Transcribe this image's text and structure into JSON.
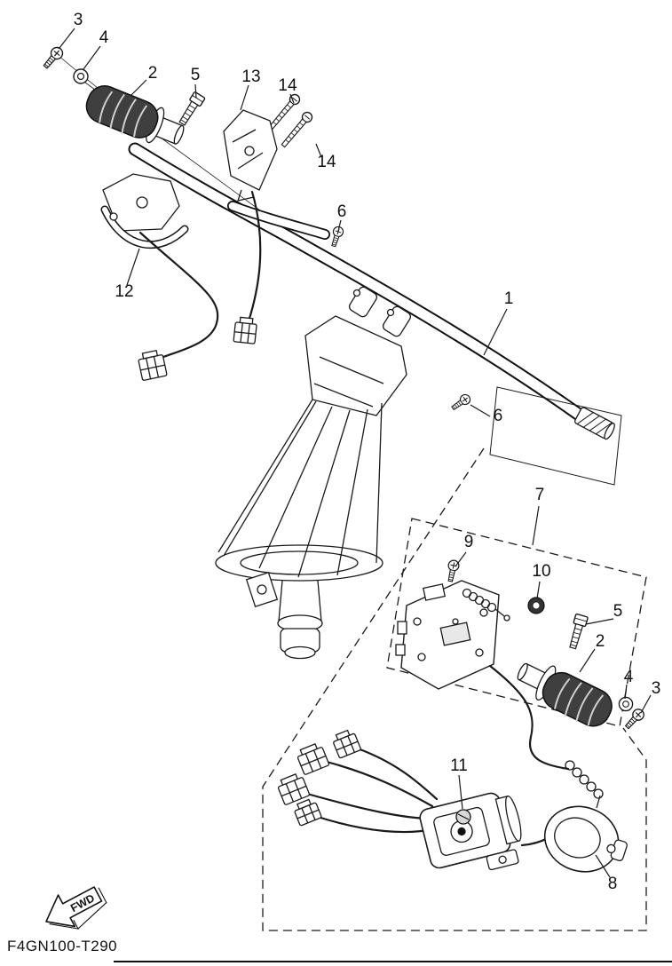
{
  "diagram": {
    "part_code": "F4GN100-T290",
    "fwd_label": "FWD",
    "callouts": [
      "3",
      "4",
      "2",
      "5",
      "13",
      "14",
      "14",
      "6",
      "12",
      "1",
      "6",
      "7",
      "9",
      "10",
      "5",
      "2",
      "4",
      "3",
      "11",
      "8"
    ],
    "colors": {
      "line": "#1a1a1a",
      "grip_fill": "#3f3f3f",
      "background": "#ffffff"
    }
  }
}
